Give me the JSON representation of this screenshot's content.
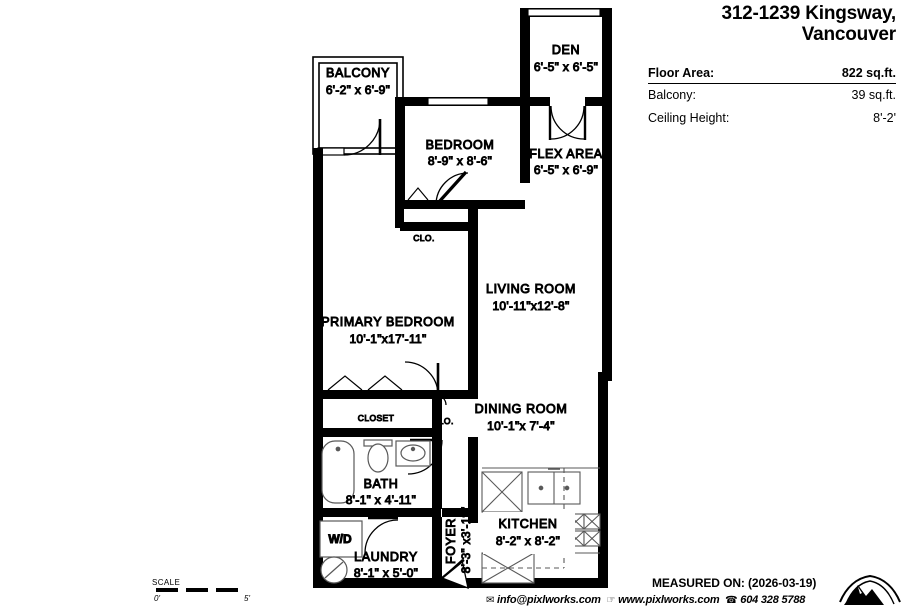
{
  "header": {
    "address_line1": "312-1239 Kingsway,",
    "address_line2": "Vancouver",
    "facts": [
      {
        "label": "Floor Area:",
        "value": "822 sq.ft."
      },
      {
        "label": "Balcony:",
        "value": "39 sq.ft."
      },
      {
        "label": "Ceiling Height:",
        "value": "8'-2'"
      }
    ]
  },
  "footer": {
    "measured_on": "MEASURED ON: (2026-03-19)",
    "email": "info@pixlworks.com",
    "website": "www.pixlworks.com",
    "phone": "604 328 5788"
  },
  "scale": {
    "label": "SCALE",
    "start": "0'",
    "end": "5'"
  },
  "rooms": [
    {
      "name": "BALCONY",
      "dim": "6'-2\" x  6'-9\""
    },
    {
      "name": "BEDROOM",
      "dim": "8'-9\" x  8'-6\""
    },
    {
      "name": "DEN",
      "dim": "6'-5\" x  6'-5\""
    },
    {
      "name": "FLEX AREA",
      "dim": "6'-5\" x  6'-9\""
    },
    {
      "name": "LIVING ROOM",
      "dim": "10'-11\"x12'-8\""
    },
    {
      "name": "PRIMARY BEDROOM",
      "dim": "10'-1\"x17'-11\""
    },
    {
      "name": "DINING ROOM",
      "dim": "10'-1\"x  7'-4\""
    },
    {
      "name": "BATH",
      "dim": "8'-1\" x 4'-11\""
    },
    {
      "name": "LAUNDRY",
      "dim": "8'-1\" x  5'-0\""
    },
    {
      "name": "KITCHEN",
      "dim": "8'-2\" x  8'-2\""
    },
    {
      "name": "FOYER",
      "dim": "8'-3\" x3'-11\""
    }
  ],
  "labels": {
    "closet_upper": "CLO.",
    "closet_main": "CLOSET",
    "closet_small": "CLO.",
    "washer_dryer": "W/D"
  },
  "colors": {
    "wall": "#000000",
    "fixture": "#595959",
    "background": "#ffffff"
  }
}
